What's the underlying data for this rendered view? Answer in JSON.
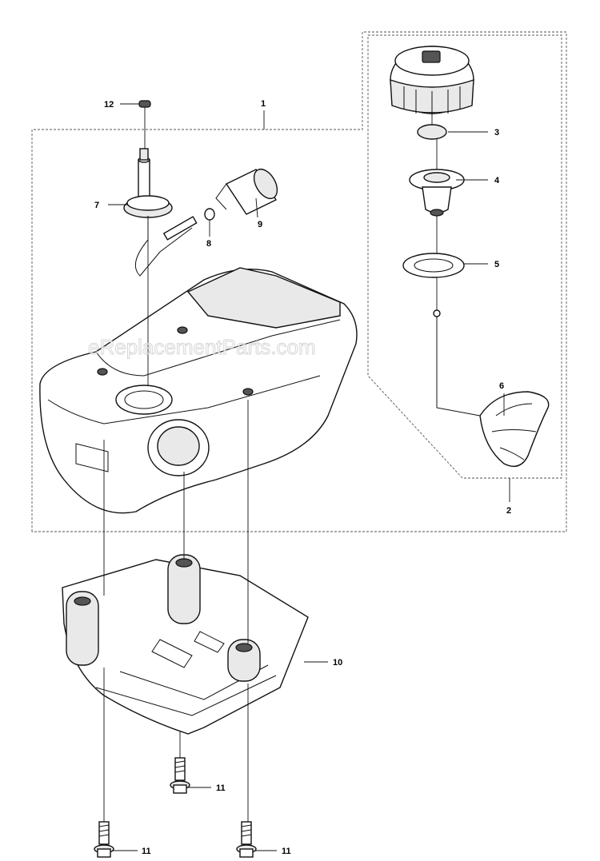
{
  "watermark": "eReplacementParts.com",
  "callouts": {
    "c1": "1",
    "c2": "2",
    "c3": "3",
    "c4": "4",
    "c5": "5",
    "c6": "6",
    "c7": "7",
    "c8": "8",
    "c9": "9",
    "c10": "10",
    "c11a": "11",
    "c11b": "11",
    "c11c": "11",
    "c12": "12"
  }
}
